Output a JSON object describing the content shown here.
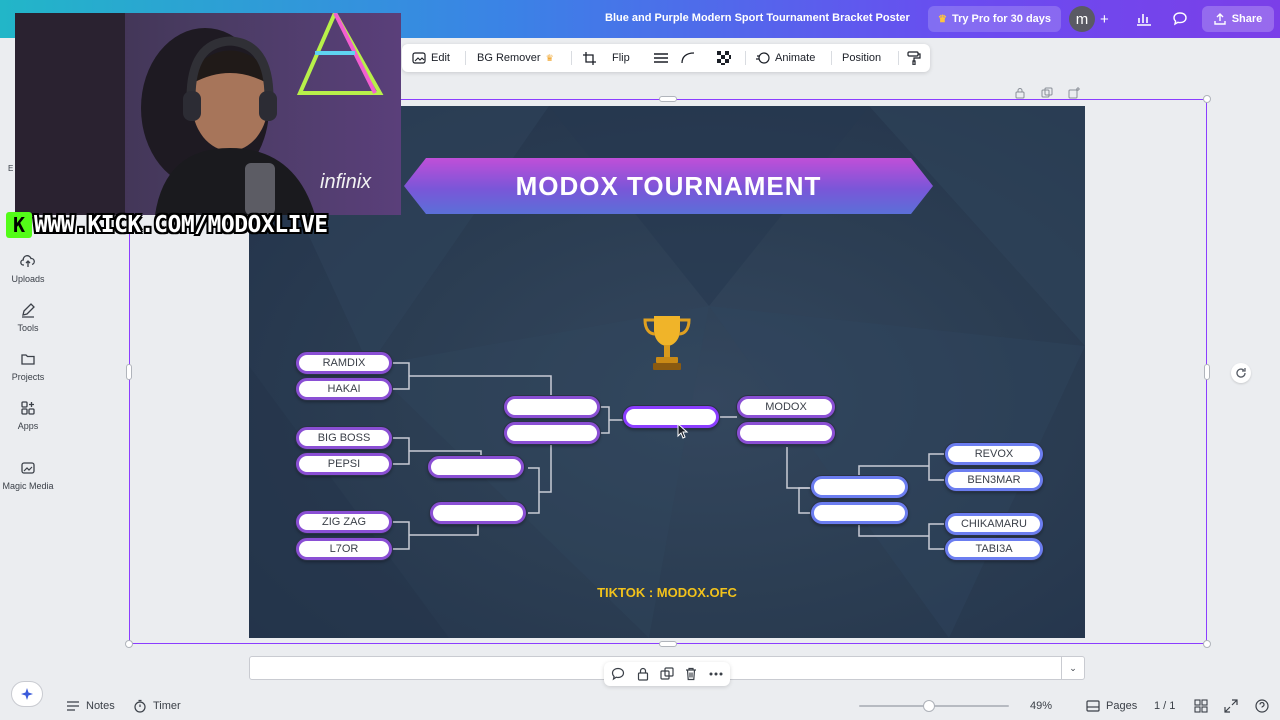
{
  "header": {
    "document_title": "Blue and Purple Modern Sport Tournament Bracket Poster",
    "try_pro_label": "Try Pro for 30 days",
    "avatar_letter": "m",
    "share_label": "Share",
    "accent": "#8b3dff"
  },
  "toolbar": {
    "items": [
      {
        "label": "Edit",
        "icon": "edit-image-icon"
      },
      {
        "label": "BG Remover",
        "icon": "crown-icon"
      },
      {
        "label": "Flip",
        "icon": "crop-icon"
      },
      {
        "label": "Animate",
        "icon": "animate-icon"
      },
      {
        "label": "Position",
        "icon": "paint-roller-icon"
      }
    ]
  },
  "sidebar": {
    "partial_label": "E",
    "items": [
      {
        "label": "Uploads",
        "icon": "cloud-upload-icon"
      },
      {
        "label": "Tools",
        "icon": "pen-icon"
      },
      {
        "label": "Projects",
        "icon": "folder-icon"
      },
      {
        "label": "Apps",
        "icon": "apps-grid-icon"
      },
      {
        "label": "Magic Media",
        "icon": "magic-media-icon"
      }
    ]
  },
  "poster": {
    "title": "MODOX TOURNAMENT",
    "footer": "TIKTOK : MODOX.OFC",
    "colors": {
      "background": "#2b3d52",
      "slot_border": "#8a4fd4",
      "footer_text": "#f2c21b"
    },
    "left_round1": [
      "RAMDIX",
      "HAKAI",
      "BIG BOSS",
      "PEPSI",
      "ZIG ZAG",
      "L7OR"
    ],
    "left_round2": [
      "",
      "",
      "",
      ""
    ],
    "center_final": "",
    "right_finalists": [
      "MODOX",
      ""
    ],
    "right_round2": [
      "",
      ""
    ],
    "right_round1": [
      "REVOX",
      "BEN3MAR",
      "CHIKAMARU",
      "TABI3A"
    ]
  },
  "overlay": {
    "kick_letter": "K",
    "kick_url": "WWW.KICK.COM/MODOXLIVE"
  },
  "bottom": {
    "notes_label": "Notes",
    "timer_label": "Timer",
    "zoom_level": "49%",
    "zoom_fraction": 0.49,
    "pages_label": "Pages",
    "page_counter": "1 / 1"
  }
}
